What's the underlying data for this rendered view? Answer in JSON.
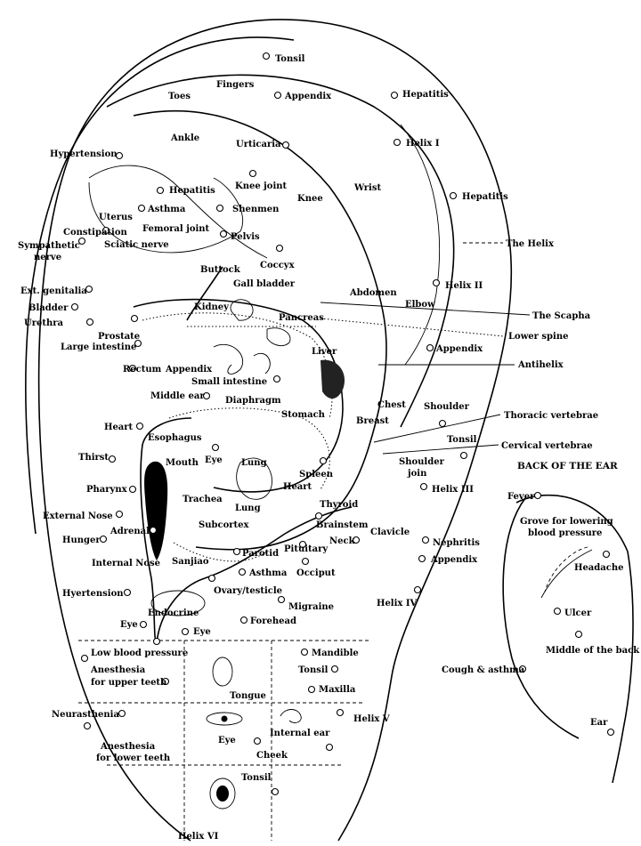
{
  "points": [
    {
      "label": "Tonsil"
    },
    {
      "label": "Fingers"
    },
    {
      "label": "Appendix"
    },
    {
      "label": "Hepatitis"
    },
    {
      "label": "Toes"
    },
    {
      "label": "Ankle"
    },
    {
      "label": "Urticaria"
    },
    {
      "label": "Helix I"
    },
    {
      "label": "Hypertension"
    },
    {
      "label": "Wrist"
    },
    {
      "label": "Knee joint"
    },
    {
      "label": "Hepatitis"
    },
    {
      "label": "Hepatitis"
    },
    {
      "label": "Knee"
    },
    {
      "label": "Uterus"
    },
    {
      "label": "Asthma"
    },
    {
      "label": "Shenmen"
    },
    {
      "label": "Constipation"
    },
    {
      "label": "Femoral joint"
    },
    {
      "label": "Sympathetic"
    },
    {
      "label": "nerve"
    },
    {
      "label": "Sciatic nerve"
    },
    {
      "label": "Pelvis"
    },
    {
      "label": "Coccyx"
    },
    {
      "label": "Buttock"
    },
    {
      "label": "Gall bladder"
    },
    {
      "label": "Ext. genitalia"
    },
    {
      "label": "Abdomen"
    },
    {
      "label": "Helix II"
    },
    {
      "label": "Bladder"
    },
    {
      "label": "Kidney"
    },
    {
      "label": "Elbow"
    },
    {
      "label": "Urethra"
    },
    {
      "label": "Pancreas"
    },
    {
      "label": "Prostate"
    },
    {
      "label": "Large intestine"
    },
    {
      "label": "Appendix"
    },
    {
      "label": "Liver"
    },
    {
      "label": "Rectum"
    },
    {
      "label": "Appendix"
    },
    {
      "label": "Small intestine"
    },
    {
      "label": "Middle ear"
    },
    {
      "label": "Chest"
    },
    {
      "label": "Shoulder"
    },
    {
      "label": "Diaphragm"
    },
    {
      "label": "Stomach"
    },
    {
      "label": "Heart"
    },
    {
      "label": "Breast"
    },
    {
      "label": "Esophagus"
    },
    {
      "label": "Tonsil"
    },
    {
      "label": "Thirst"
    },
    {
      "label": "Mouth"
    },
    {
      "label": "Eye"
    },
    {
      "label": "Lung"
    },
    {
      "label": "Spleen"
    },
    {
      "label": "Shoulder"
    },
    {
      "label": "join"
    },
    {
      "label": "Pharynx"
    },
    {
      "label": "Heart"
    },
    {
      "label": "Helix III"
    },
    {
      "label": "Trachea"
    },
    {
      "label": "Lung"
    },
    {
      "label": "Thyroid"
    },
    {
      "label": "External Nose"
    },
    {
      "label": "Adrenal"
    },
    {
      "label": "Subcortex"
    },
    {
      "label": "Brainstem"
    },
    {
      "label": "Hunger"
    },
    {
      "label": "Clavicle"
    },
    {
      "label": "Neck"
    },
    {
      "label": "Nephritis"
    },
    {
      "label": "Pituitary"
    },
    {
      "label": "Internal Nose"
    },
    {
      "label": "Sanjiao"
    },
    {
      "label": "Parotid"
    },
    {
      "label": "Appendix"
    },
    {
      "label": "Asthma"
    },
    {
      "label": "Occiput"
    },
    {
      "label": "Hyertension"
    },
    {
      "label": "Ovary/testicle"
    },
    {
      "label": "Helix IV"
    },
    {
      "label": "Migraine"
    },
    {
      "label": "Endocrine"
    },
    {
      "label": "Eye"
    },
    {
      "label": "Forehead"
    },
    {
      "label": "Eye"
    },
    {
      "label": "Low blood pressure"
    },
    {
      "label": "Mandible"
    },
    {
      "label": "Anesthesia"
    },
    {
      "label": "for upper teeth"
    },
    {
      "label": "Tonsil"
    },
    {
      "label": "Tongue"
    },
    {
      "label": "Maxilla"
    },
    {
      "label": "Neurasthenia"
    },
    {
      "label": "Helix V"
    },
    {
      "label": "Eye"
    },
    {
      "label": "Internal ear"
    },
    {
      "label": "Anesthesia"
    },
    {
      "label": "for lower teeth"
    },
    {
      "label": "Cheek"
    },
    {
      "label": "Tonsil"
    },
    {
      "label": "Helix VI"
    }
  ],
  "callouts": [
    {
      "label": "The Helix"
    },
    {
      "label": "The Scapha"
    },
    {
      "label": "Lower spine"
    },
    {
      "label": "Antihelix"
    },
    {
      "label": "Thoracic vertebrae"
    },
    {
      "label": "Cervical vertebrae"
    }
  ],
  "back_of_ear": {
    "title": "BACK OF THE EAR",
    "labels": [
      {
        "label": "Fever"
      },
      {
        "label": "Grove for lowering"
      },
      {
        "label": "blood pressure"
      },
      {
        "label": "Headache"
      },
      {
        "label": "Ulcer"
      },
      {
        "label": "Middle of the back"
      },
      {
        "label": "Cough & asthma"
      },
      {
        "label": "Ear"
      }
    ]
  }
}
